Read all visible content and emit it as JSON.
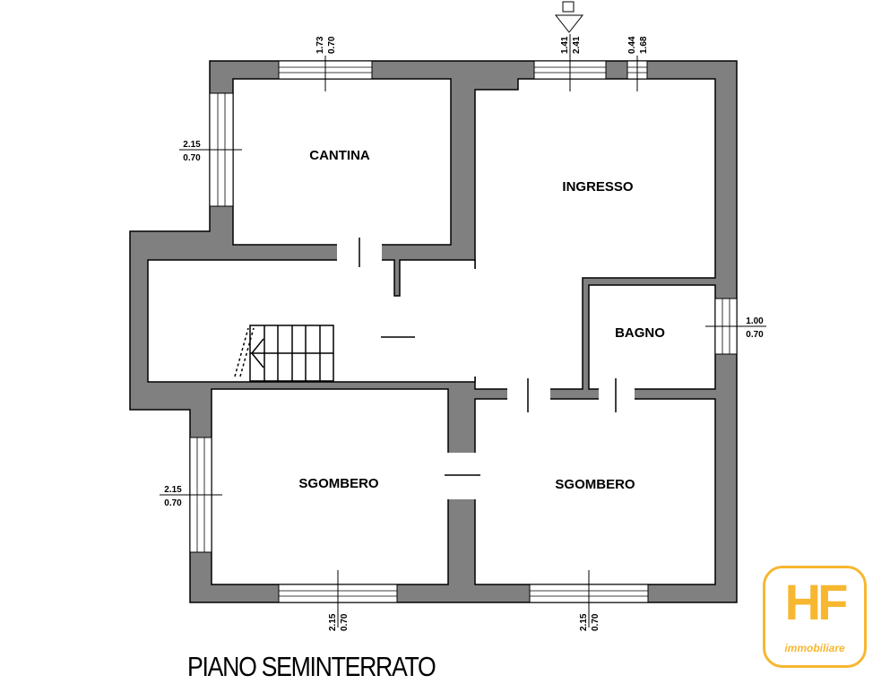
{
  "rooms": {
    "cantina": "CANTINA",
    "ingresso": "INGRESSO",
    "bagno": "BAGNO",
    "sgombero_left": "SGOMBERO",
    "sgombero_right": "SGOMBERO"
  },
  "dimensions": {
    "top_left_window": {
      "a": "1.73",
      "b": "0.70"
    },
    "top_entry_door": {
      "a": "1.41",
      "b": "2.41"
    },
    "top_right_window": {
      "a": "0.44",
      "b": "1.68"
    },
    "left_cantina_window": {
      "a": "2.15",
      "b": "0.70"
    },
    "left_sgombero_window": {
      "a": "2.15",
      "b": "0.70"
    },
    "right_bagno_window": {
      "a": "1.00",
      "b": "0.70"
    },
    "bottom_left_window": {
      "a": "2.15",
      "b": "0.70"
    },
    "bottom_right_window": {
      "a": "2.15",
      "b": "0.70"
    }
  },
  "floor_title": "PIANO SEMINTERRATO",
  "logo": {
    "mark": "HF",
    "subtitle": "immobiliare",
    "color": "#f7b731"
  },
  "colors": {
    "wall": "#808080"
  }
}
